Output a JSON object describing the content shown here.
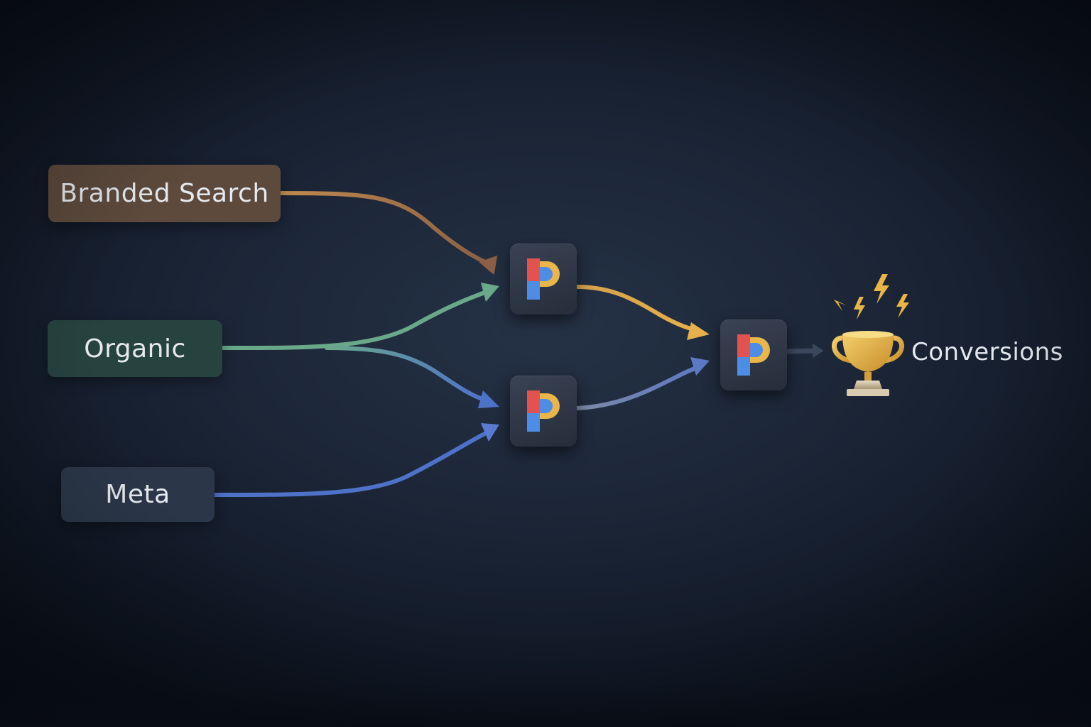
{
  "sources": {
    "branded": {
      "label": "Branded Search",
      "color": "#b07a4c"
    },
    "organic": {
      "label": "Organic",
      "color": "#6aa88a"
    },
    "meta": {
      "label": "Meta",
      "color": "#4f72c9"
    }
  },
  "nodes": {
    "icon": "p-logo-icon",
    "logo_colors": {
      "red": "#e2534f",
      "blue": "#4d8de6",
      "yellow": "#e8b64a"
    }
  },
  "outcome": {
    "label": "Conversions",
    "icon": "trophy-icon",
    "accent": "#e7b347"
  }
}
